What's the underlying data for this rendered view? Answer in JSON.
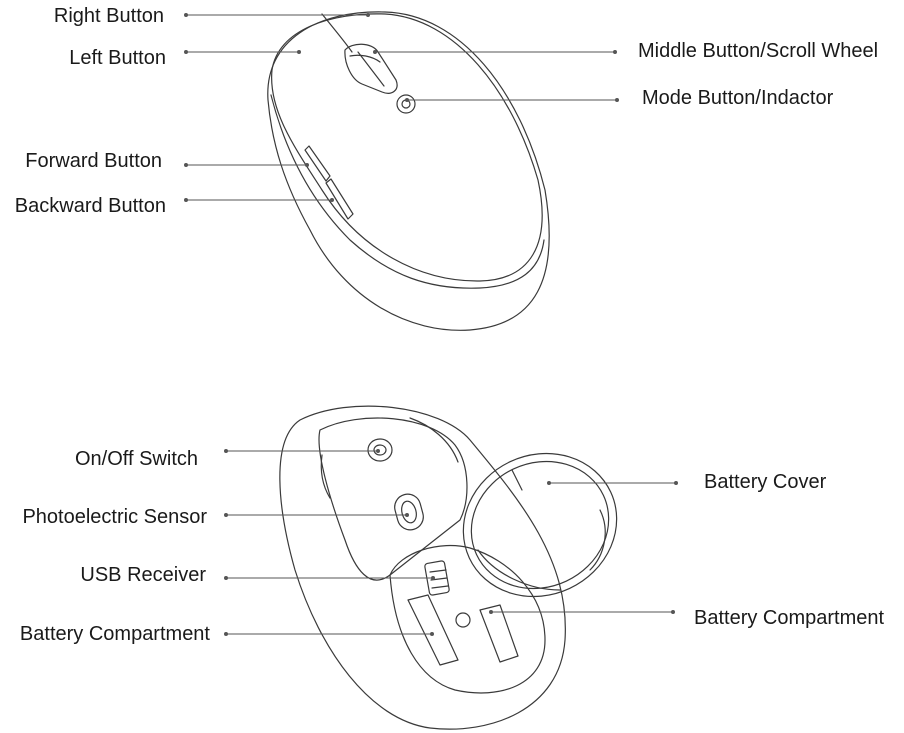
{
  "top_view": {
    "labels": {
      "right_button": "Right Button",
      "left_button": "Left Button",
      "forward_button": "Forward Button",
      "backward_button": "Backward Button",
      "middle_button": "Middle Button/Scroll Wheel",
      "mode_button": "Mode Button/Indactor"
    }
  },
  "bottom_view": {
    "labels": {
      "on_off_switch": "On/Off Switch",
      "photoelectric_sensor": "Photoelectric Sensor",
      "usb_receiver": "USB Receiver",
      "battery_compartment_left": "Battery Compartment",
      "battery_cover": "Battery Cover",
      "battery_compartment_right": "Battery Compartment"
    }
  }
}
